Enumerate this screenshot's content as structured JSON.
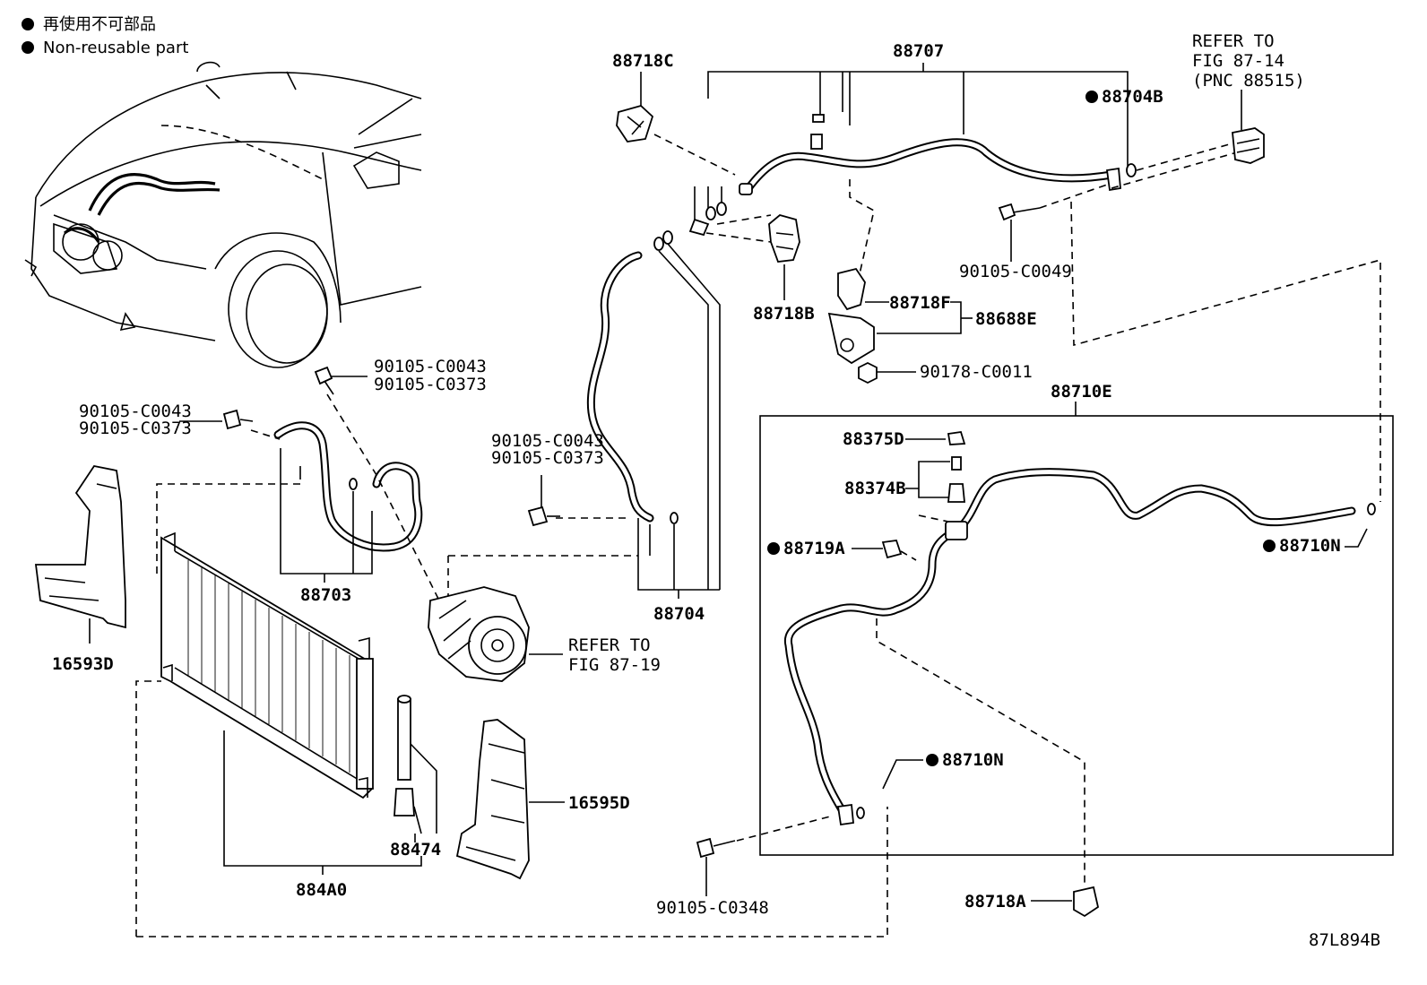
{
  "legend": [
    {
      "symbol": "●",
      "text": "再使用不可部品"
    },
    {
      "symbol": "●",
      "text": "Non-reusable part"
    }
  ],
  "labels": {
    "p88707": "88707",
    "p88718C": "88718C",
    "p88704B": "88704B",
    "refer_top_l1": "REFER TO",
    "refer_top_l2": "FIG 87-14",
    "refer_top_l3": "(PNC 88515)",
    "p90105_C0049": "90105-C0049",
    "p88718F": "88718F",
    "p88688E": "88688E",
    "p88718B": "88718B",
    "p90178_C0011": "90178-C0011",
    "p88710E": "88710E",
    "p88375D": "88375D",
    "p88374B": "88374B",
    "p88719A": "88719A",
    "p88710N_right": "88710N",
    "p88710N_mid": "88710N",
    "p88718A": "88718A",
    "p90105_C0348": "90105-C0348",
    "bolt_top_a": "90105-C0043",
    "bolt_top_b": "90105-C0373",
    "bolt_left_a": "90105-C0043",
    "bolt_left_b": "90105-C0373",
    "bolt_mid_a": "90105-C0043",
    "bolt_mid_b": "90105-C0373",
    "p88703": "88703",
    "p88704": "88704",
    "refer_comp_l1": "REFER TO",
    "refer_comp_l2": "FIG 87-19",
    "p16593D": "16593D",
    "p16595D": "16595D",
    "p88474": "88474",
    "p884A0": "884A0",
    "diagram_id": "87L894B"
  },
  "non_reusable_marker": "●"
}
